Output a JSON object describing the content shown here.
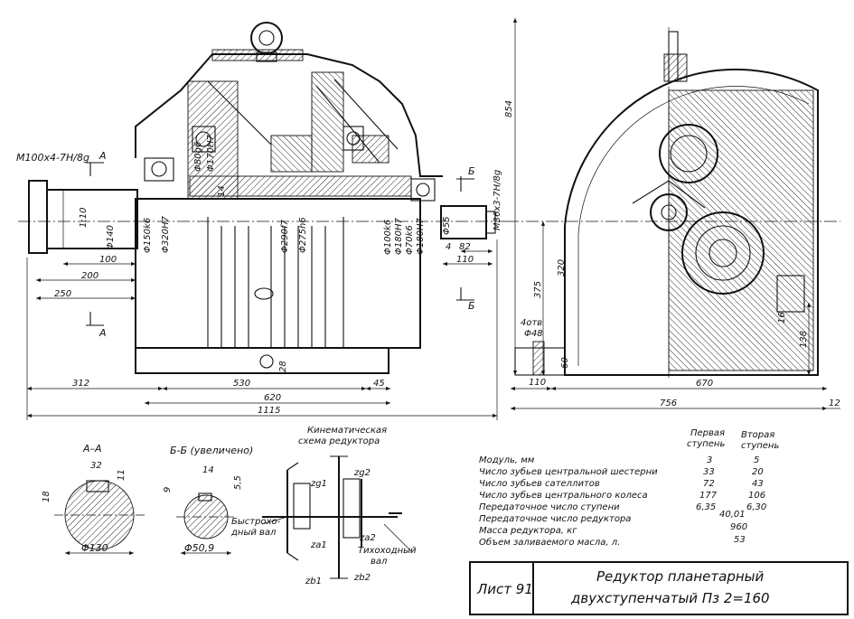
{
  "dims_front": {
    "thread_left": "M100x4-7H/8g",
    "taper": "1:10",
    "d140": "Φ140",
    "d150": "Φ150k6",
    "d320": "Φ320H7",
    "d80": "Φ80g6",
    "d170": "Φ170H7",
    "d14": "14",
    "d290": "Φ290f7",
    "d275": "Φ275h6",
    "d100": "Φ100k6",
    "d180": "Φ180H7",
    "d70": "Φ70k6",
    "d180b": "Φ180H7",
    "d55": "Φ55",
    "d4": "4",
    "d82": "82",
    "d110": "110",
    "d100w": "100",
    "d200": "200",
    "d250": "250",
    "d312": "312",
    "d530": "530",
    "d45": "45",
    "d28": "28",
    "d620": "620",
    "d1115": "1115",
    "sec_a1": "А",
    "sec_a2": "А",
    "sec_b1": "Б",
    "sec_b2": "Б"
  },
  "dims_side": {
    "h854": "854",
    "thread": "M36x3-7H/8g",
    "h375": "375",
    "h320": "320",
    "holes": "4отв",
    "hole_d": "Φ48",
    "h60": "60",
    "w110": "110",
    "w670": "670",
    "w756": "756",
    "w12": "12",
    "h138": "138",
    "h16": "16"
  },
  "section_aa": {
    "title": "А–А",
    "w32": "32",
    "w11": "11",
    "h18": "18",
    "diam": "Φ130"
  },
  "section_bb": {
    "title": "Б-Б (увеличено)",
    "w14": "14",
    "h9": "9",
    "h5": "5,5",
    "diam": "Φ50,9"
  },
  "kinematic": {
    "title1": "Кинематическая",
    "title2": "схема редуктора",
    "fast_shaft1": "Быстрохо-",
    "fast_shaft2": "дный вал",
    "slow_shaft1": "Тихоходный",
    "slow_shaft2": "вал",
    "zg1": "zg1",
    "zg2": "zg2",
    "za1": "za1",
    "za2": "za2",
    "zb1": "zb1",
    "zb2": "zb2"
  },
  "spec_table": {
    "col1_a": "Первая",
    "col1_b": "ступень",
    "col2_a": "Вторая",
    "col2_b": "ступень",
    "rows": [
      {
        "label": "Модуль, мм",
        "v1": "3",
        "v2": "5"
      },
      {
        "label": "Число зубьев центральной шестерни",
        "v1": "33",
        "v2": "20"
      },
      {
        "label": "Число зубьев сателлитов",
        "v1": "72",
        "v2": "43"
      },
      {
        "label": "Число зубьев центрального колеса",
        "v1": "177",
        "v2": "106"
      },
      {
        "label": "Передаточное число ступени",
        "v1": "6,35",
        "v2": "6,30"
      }
    ],
    "totals": [
      {
        "label": "Передаточное число редуктора",
        "v": "40,01"
      },
      {
        "label": "Масса редуктора, кг",
        "v": "960"
      },
      {
        "label": "Объем заливаемого масла, л.",
        "v": "53"
      }
    ]
  },
  "title_block": {
    "sheet": "Лист 91",
    "title1": "Редуктор планетарный",
    "title2": "двухступенчатый  Пз 2=160"
  }
}
